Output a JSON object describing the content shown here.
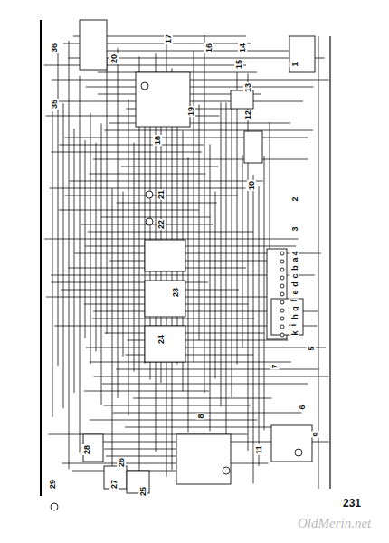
{
  "diagram": {
    "labels": [
      "36",
      "35",
      "17",
      "16",
      "15",
      "14",
      "1",
      "13",
      "12",
      "18",
      "19",
      "20",
      "10",
      "2",
      "3",
      "4",
      "21",
      "22",
      "23",
      "24",
      "a",
      "b",
      "c",
      "d",
      "e",
      "f",
      "g",
      "h",
      "i",
      "k",
      "5",
      "6",
      "7",
      "8",
      "9",
      "11",
      "25",
      "26",
      "27",
      "28",
      "29",
      "231",
      "OldMerin.net"
    ]
  }
}
